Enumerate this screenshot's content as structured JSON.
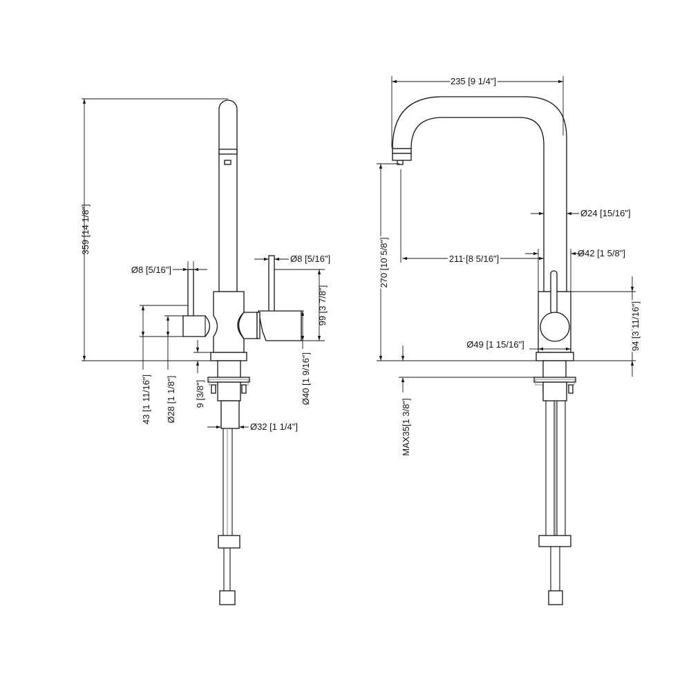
{
  "side_view": {
    "height_total": "359 [14 1/8\"]",
    "left_lever_dia": "Ø8 [5/16\"]",
    "right_lever_dia": "Ø8 [5/16\"]",
    "handle_height": "99 [3 7/8\"]",
    "left_handle_height": "43 [1 11/16\"]",
    "left_handle_dia": "Ø28 [1 1/8\"]",
    "base_thickness": "9 [3/8\"]",
    "right_handle_dia": "Ø40 [1 9/16\"]",
    "shank_dia": "Ø32 [1 1/4\"]"
  },
  "front_view": {
    "spout_width": "235 [9 1/4\"]",
    "spout_dia": "Ø24 [15/16\"]",
    "reach": "211 [8 5/16\"]",
    "body_dia": "Ø42 [1 5/8\"]",
    "spout_height": "270 [10 5/8\"]",
    "body_height": "94 [3 11/16\"]",
    "base_dia": "Ø49 [1 15/16\"]",
    "max_counter": "MAX35[1 3/8\"]"
  }
}
